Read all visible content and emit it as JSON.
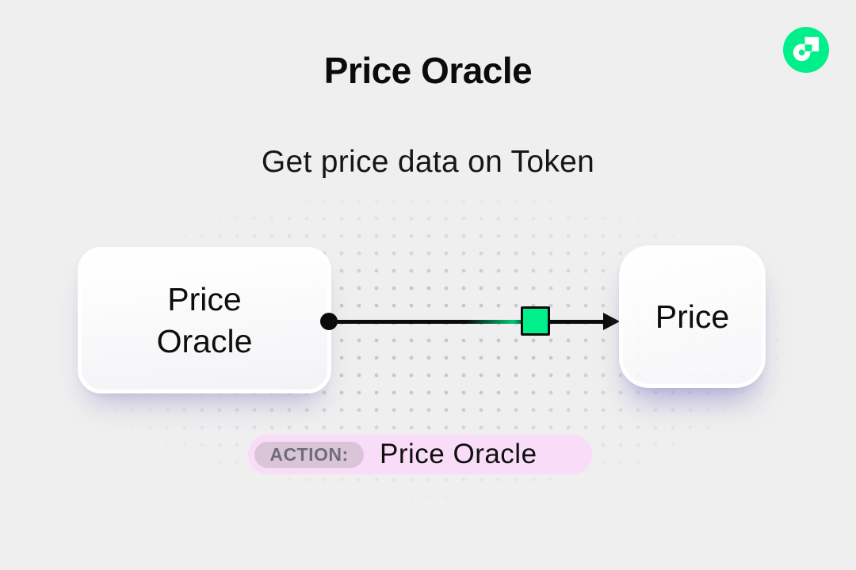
{
  "page": {
    "title": "Price Oracle",
    "subtitle": "Get price data on Token"
  },
  "logo": {
    "icon": "flow-logo-icon",
    "color": "#00EF8B"
  },
  "diagram": {
    "source_node": {
      "label": "Price Oracle"
    },
    "target_node": {
      "label": "Price"
    },
    "connector": {
      "from": "Price Oracle",
      "to": "Price",
      "accent_color": "#00EF8B"
    }
  },
  "action_badge": {
    "prefix": "ACTION:",
    "label": "Price Oracle",
    "background": "#F9DCF7",
    "prefix_background": "#D9C5D7"
  },
  "colors": {
    "page_background": "#EFEFEF",
    "dot_grid": "#C7C7CF",
    "flow_green": "#00EF8B",
    "node_glow": "#807CC3"
  }
}
